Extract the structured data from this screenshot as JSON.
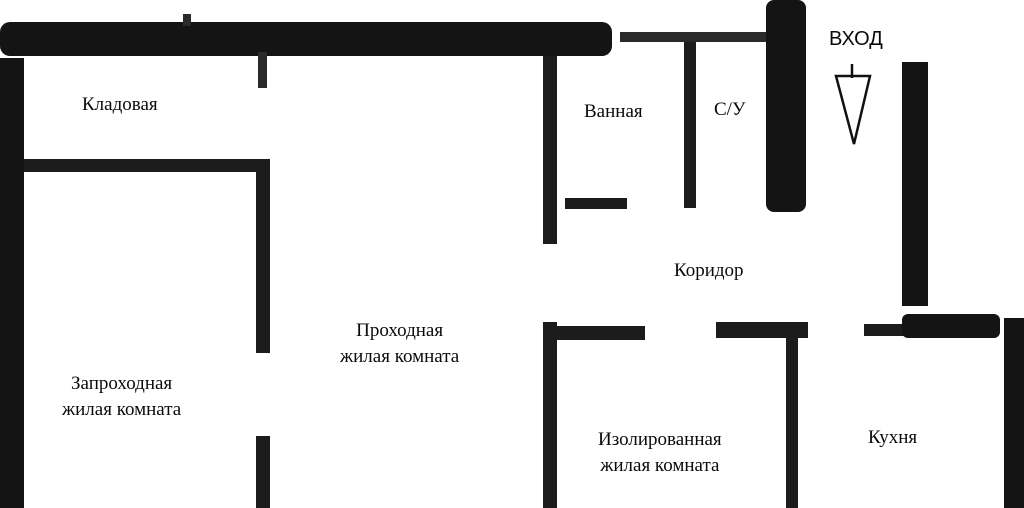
{
  "rooms": {
    "storage": "Кладовая",
    "bathroom": "Ванная",
    "toilet": "С/У",
    "entrance": "ВХОД",
    "corridor": "Коридор",
    "walkthrough_line1": "Проходная",
    "walkthrough_line2": "жилая комната",
    "rear_line1": "Запроходная",
    "rear_line2": "жилая комната",
    "isolated_line1": "Изолированная",
    "isolated_line2": "жилая комната",
    "kitchen": "Кухня"
  },
  "colors": {
    "wall": "#141414",
    "background": "#ffffff"
  }
}
